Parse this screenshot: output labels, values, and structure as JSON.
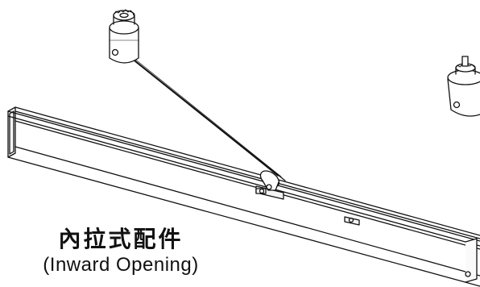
{
  "caption": {
    "title": "內拉式配件",
    "subtitle": "(Inward Opening)"
  },
  "colors": {
    "line": "#111111",
    "background": "#ffffff"
  },
  "parts": [
    {
      "name": "pivot-shoe-left",
      "icon": "pivot-shoe-icon"
    },
    {
      "name": "connecting-arm",
      "icon": "arm-icon"
    },
    {
      "name": "slide-track",
      "icon": "track-icon"
    },
    {
      "name": "pivot-shoe-right",
      "icon": "pivot-shoe-icon"
    }
  ]
}
